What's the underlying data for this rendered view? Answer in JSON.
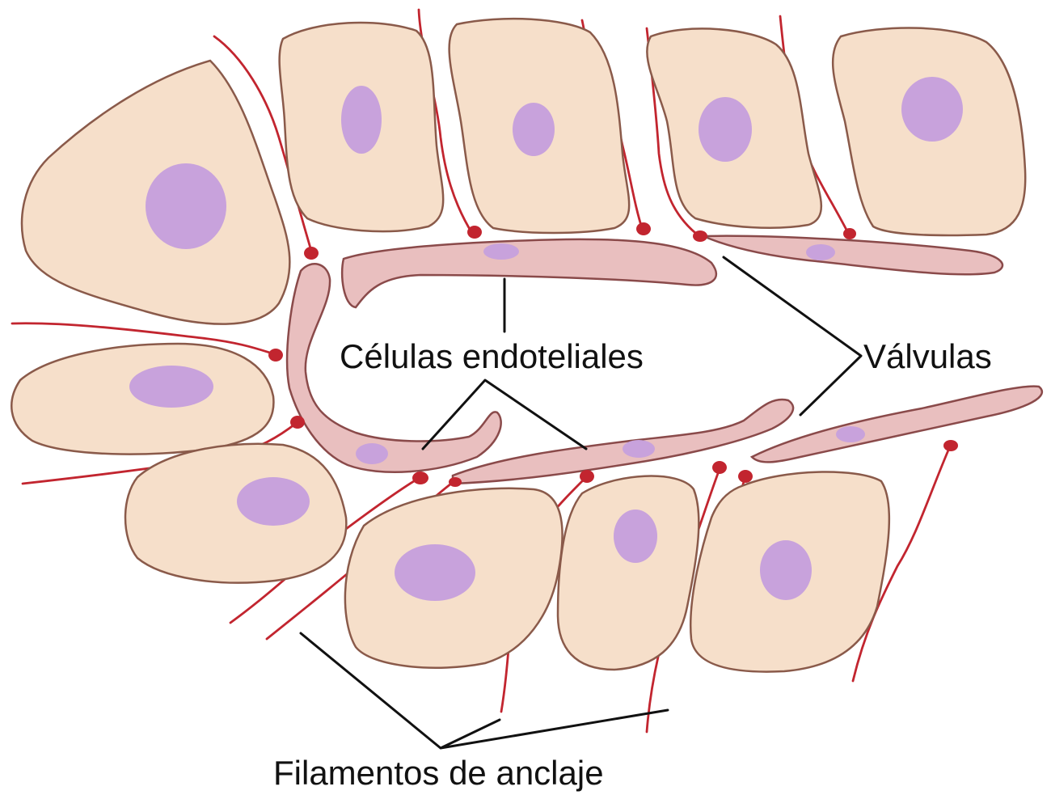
{
  "labels": {
    "endothelial_cells": "Células endoteliales",
    "valves": "Válvulas",
    "anchoring_filaments": "Filamentos de anclaje"
  },
  "colors": {
    "tissue_cell": "#f6dfca",
    "nucleus": "#c8a2dc",
    "endothelial_cell": "#e9bfbf",
    "anchoring_filament": "#c2252f",
    "leader_line": "#111111"
  }
}
